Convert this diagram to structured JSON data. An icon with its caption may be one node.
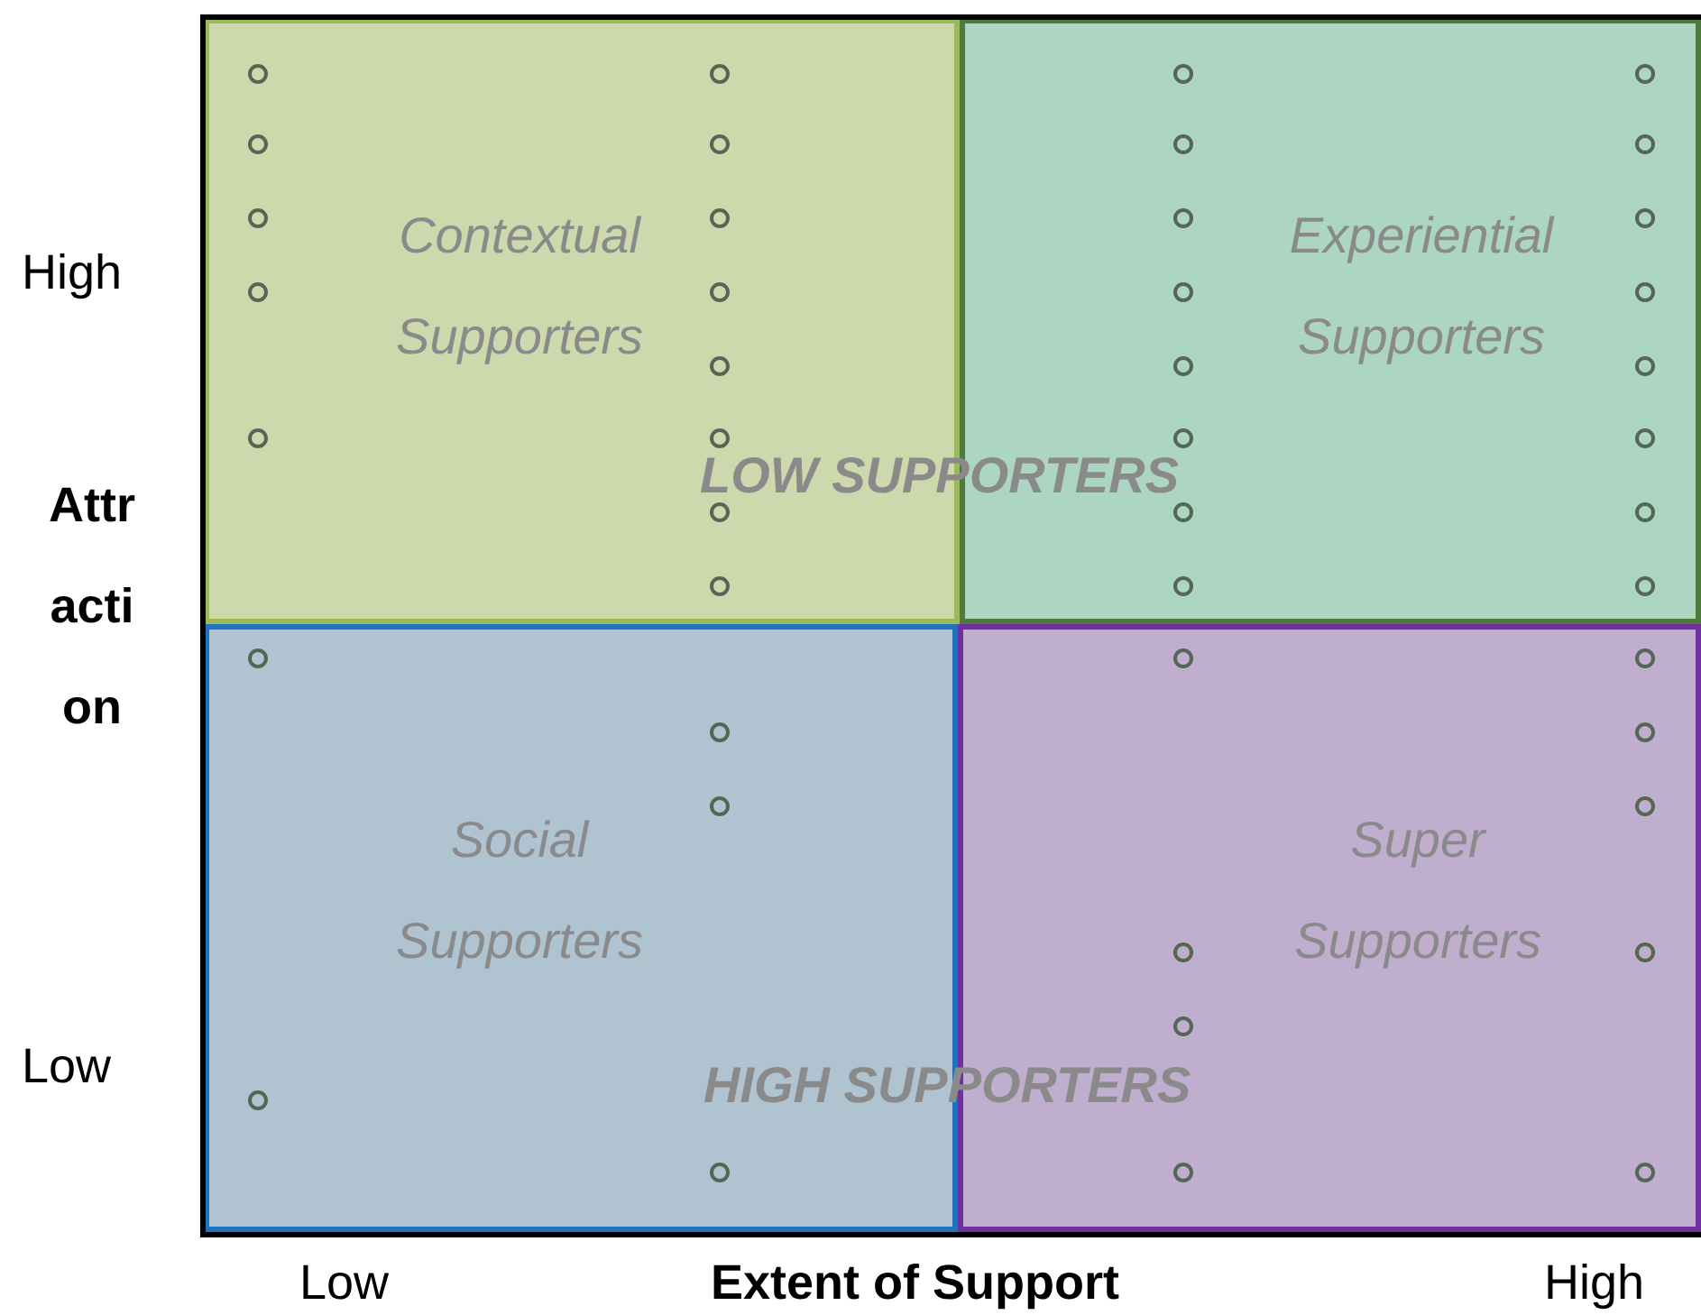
{
  "diagram": {
    "nodes": [
      {
        "text": [
          "Contextual Supporters"
        ]
      },
      {
        "text": [
          "Experiential Supporters"
        ]
      },
      {
        "text": [
          "Social Supporters"
        ]
      },
      {
        "text": [
          "Super Supporters"
        ]
      }
    ],
    "labels": [
      "High",
      "LOW SUPPORTERS",
      "Attraction",
      "HIGH SUPPORTERS",
      "Low",
      "Low",
      "Extent of Support",
      "High"
    ]
  }
}
